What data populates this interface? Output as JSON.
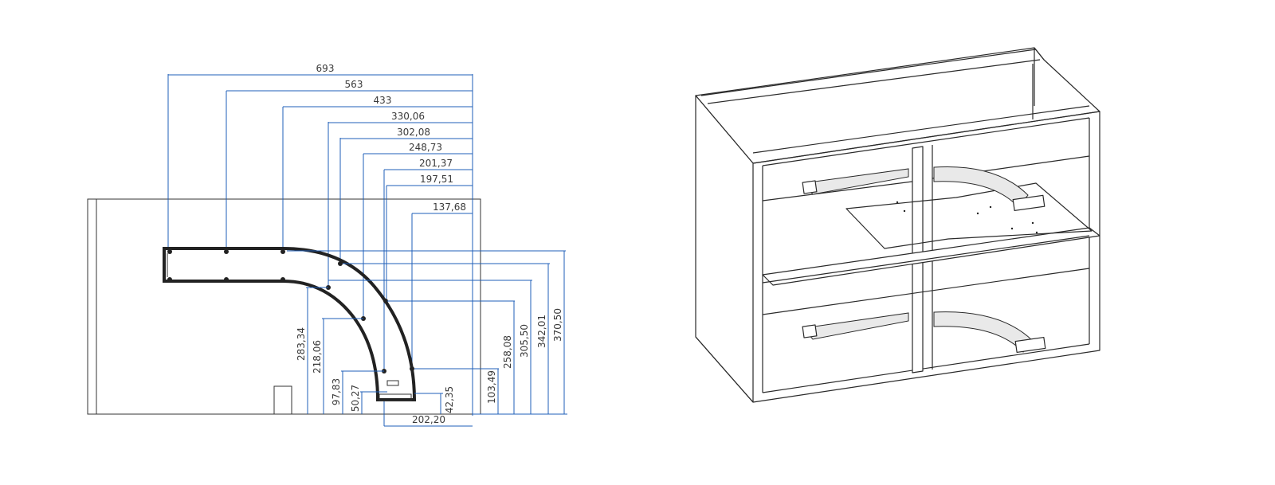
{
  "colors": {
    "dimension": "#1f5fb8",
    "outline": "#2a2a2a",
    "rail": "#222222",
    "background": "#ffffff"
  },
  "drawing": {
    "top_dimensions": [
      "693",
      "563",
      "433",
      "330,06",
      "302,08",
      "248,73",
      "201,37",
      "197,51",
      "137,68"
    ],
    "right_dimensions": [
      "370,50",
      "342,01",
      "305,50",
      "258,08",
      "103,49"
    ],
    "left_dimensions": [
      "283,34",
      "218,06",
      "97,83",
      "50,27"
    ],
    "small_dimension": "42,35",
    "bottom_dimension": "202,20"
  },
  "isometric_view": {
    "description_icon": "cabinet-with-two-carousel-rails-icon"
  }
}
